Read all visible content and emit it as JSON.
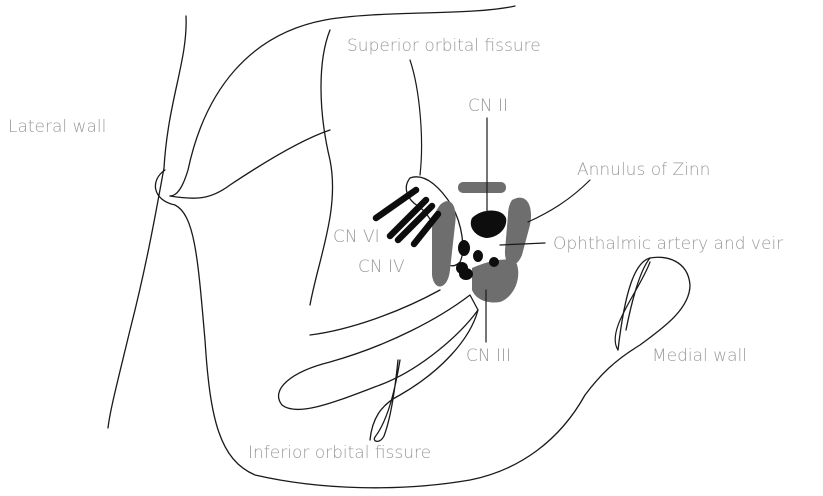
{
  "labels": {
    "lateral_wall": "Lateral wall",
    "superior_orbital_fissure": "Superior orbital fissure",
    "cn_ii": "CN II",
    "annulus_of_zinn": "Annulus of Zinn",
    "cn_vi": "CN VI",
    "cn_iv": "CN IV",
    "ophthalmic_artery_and_vein": "Ophthalmic artery and veir",
    "cn_iii": "CN III",
    "medial_wall": "Medial wall",
    "inferior_orbital_fissure": "Inferior orbital fissure"
  },
  "colors": {
    "line": "#1a1a1a",
    "label": "#9a9a9a",
    "annulus": "#6e6e6e",
    "nerve": "#0d0d0d"
  }
}
